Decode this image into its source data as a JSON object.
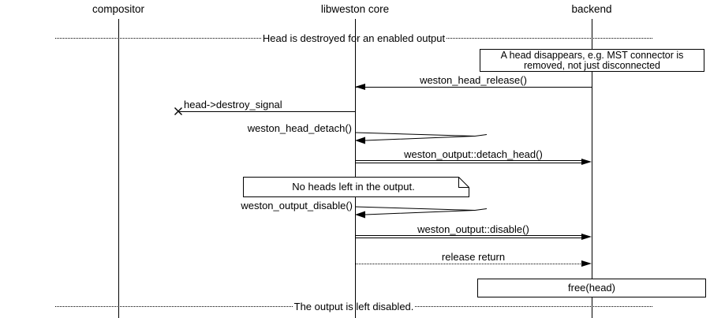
{
  "entities": [
    {
      "label": "compositor"
    },
    {
      "label": "libweston core"
    },
    {
      "label": "backend"
    }
  ],
  "dividers": {
    "top_label": "Head is destroyed for an enabled output",
    "bottom_label": "The output is left disabled."
  },
  "notes": {
    "head_disappears_line1": "A head disappears, e.g. MST connector is",
    "head_disappears_line2": "removed, not just disconnected",
    "no_heads": "No heads left in the output.",
    "free_head": "free(head)"
  },
  "messages": {
    "head_release": "weston_head_release()",
    "destroy_signal": "head->destroy_signal",
    "head_detach": "weston_head_detach()",
    "output_detach_head": "weston_output::detach_head()",
    "output_disable": "weston_output_disable()",
    "output_disable_vfunc": "weston_output::disable()",
    "release_return": "release return"
  },
  "colors": {
    "line": "#000000",
    "background": "#ffffff"
  }
}
